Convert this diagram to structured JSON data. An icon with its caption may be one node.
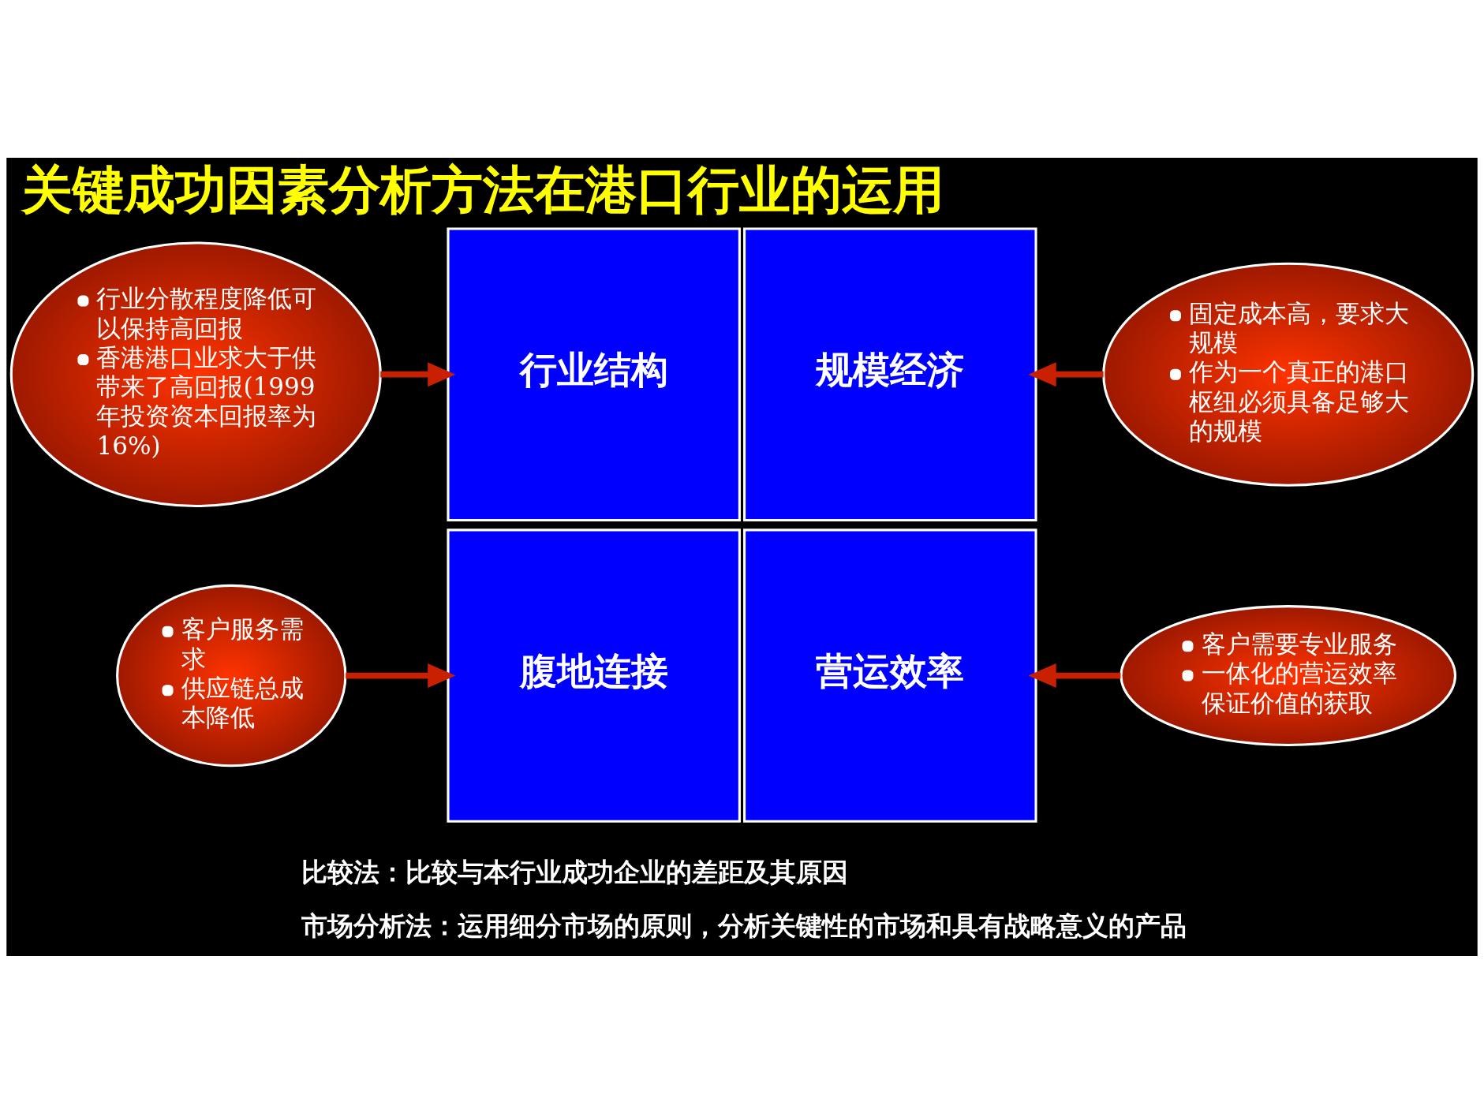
{
  "diagram": {
    "title": "关键成功因素分析方法在港口行业的运用",
    "nodes": [
      {
        "text": [
          "行业分散程度降低可以保持高回报",
          "香港港口业求大于供带来了高回报(1999年投资资本回报率为16%)"
        ]
      },
      {
        "text": [
          "行业结构"
        ]
      },
      {
        "text": [
          "规模经济"
        ]
      },
      {
        "text": [
          "固定成本高，要求大规模",
          "作为一个真正的港口枢纽必须具备足够大的规模"
        ]
      },
      {
        "text": [
          "客户服务需求",
          "供应链总成本降低"
        ]
      },
      {
        "text": [
          "腹地连接"
        ]
      },
      {
        "text": [
          "营运效率"
        ]
      },
      {
        "text": [
          "客户需要专业服务",
          "一体化的营运效率保证价值的获取"
        ]
      }
    ],
    "edges": [
      {
        "from": 0,
        "to": 1,
        "arrow": "to"
      },
      {
        "from": 3,
        "to": 2,
        "arrow": "to"
      },
      {
        "from": 4,
        "to": 5,
        "arrow": "to"
      },
      {
        "from": 7,
        "to": 6,
        "arrow": "to"
      }
    ],
    "labels": [
      "比较法：比较与本行业成功企业的差距及其原因",
      "市场分析法：运用细分市场的原则，分析关键性的市场和具有战略意义的产品"
    ]
  }
}
